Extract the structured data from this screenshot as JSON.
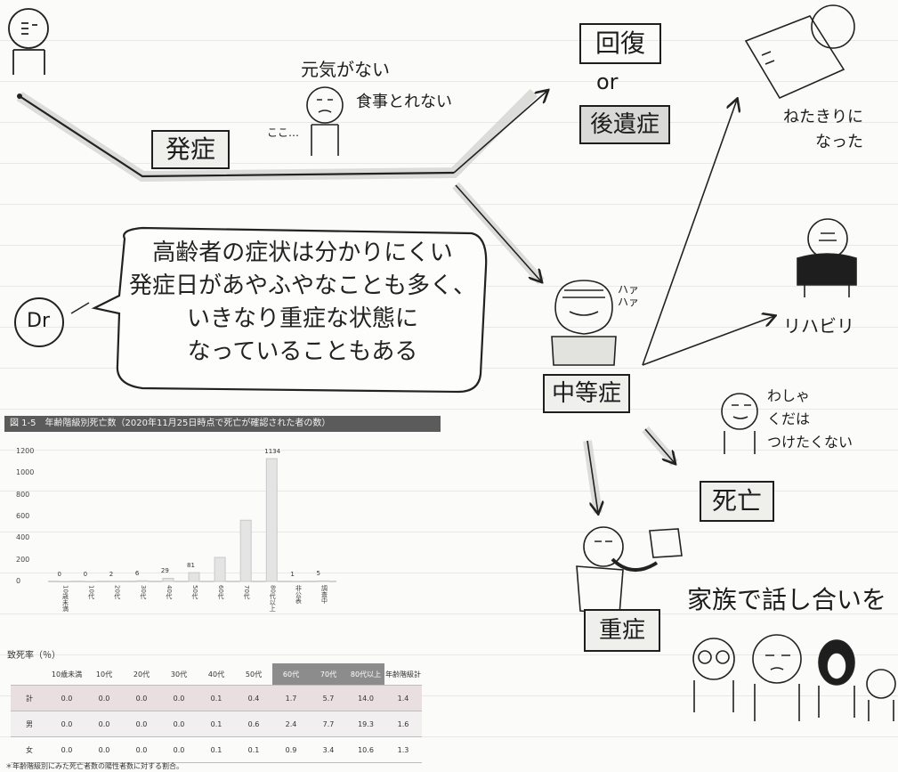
{
  "flow": {
    "onset": "発症",
    "recover": "回復",
    "or": "or",
    "sequelae": "後遺症",
    "bedridden": "ねたきりに\nなった",
    "rehab": "リハビリ",
    "moderate": "中等症",
    "severe": "重症",
    "death": "死亡",
    "no_tube": "わしゃ\nくだは\nつけたくない",
    "genki_nai": "元気がない",
    "eat_not": "食事とれない",
    "hafu": "ハァ\nハァ",
    "family_talk": "家族で話し合いを",
    "dr_label": "Dr",
    "dots_text": "ここ…",
    "bubble_lines": [
      "高齢者の症状は分かりにくい",
      "発症日があやふやなことも多く、",
      "いきなり重症な状態に",
      "なっていることもある"
    ]
  },
  "chart_data": {
    "type": "bar",
    "title": "図 1-5　年齢階級別死亡数（2020年11月25日時点で死亡が確認された者の数）",
    "yticks": [
      1200,
      1000,
      800,
      600,
      400,
      200,
      0
    ],
    "ylim": [
      0,
      1200
    ],
    "categories": [
      "10歳未満",
      "10代",
      "20代",
      "30代",
      "40代",
      "50代",
      "60代",
      "70代",
      "80代以上",
      "非公表",
      "調査中"
    ],
    "values": [
      0,
      0,
      2,
      6,
      29,
      81,
      222,
      565,
      1134,
      1,
      5
    ],
    "value_labels": [
      "0",
      "0",
      "2",
      "6",
      "29",
      "81",
      "",
      "",
      "1134",
      "1",
      "5"
    ],
    "colors": {
      "bar": "#e4e4e4",
      "bar_edge": "#c8c8c8"
    }
  },
  "rate_table": {
    "title": "致死率（％）",
    "headers": [
      "10歳未満",
      "10代",
      "20代",
      "30代",
      "40代",
      "50代",
      "60代",
      "70代",
      "80代以上",
      "年齢階級計"
    ],
    "rows": [
      {
        "label": "計",
        "values": [
          "0.0",
          "0.0",
          "0.0",
          "0.0",
          "0.1",
          "0.4",
          "1.7",
          "5.7",
          "14.0",
          "1.4"
        ]
      },
      {
        "label": "男",
        "values": [
          "0.0",
          "0.0",
          "0.0",
          "0.0",
          "0.1",
          "0.6",
          "2.4",
          "7.7",
          "19.3",
          "1.6"
        ]
      },
      {
        "label": "女",
        "values": [
          "0.0",
          "0.0",
          "0.0",
          "0.0",
          "0.1",
          "0.1",
          "0.9",
          "3.4",
          "10.6",
          "1.3"
        ]
      }
    ],
    "footnote": "＊年齢階級別にみた死亡者数の陽性者数に対する割合。"
  }
}
